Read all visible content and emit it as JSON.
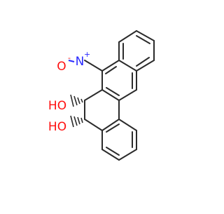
{
  "molecule": {
    "atom_labels": {
      "nitrogen": "N",
      "nitro_plus": "+",
      "oxygen": "O",
      "oxide_minus": "-",
      "hydroxyl_upper": "HO",
      "hydroxyl_lower": "HO"
    },
    "colors": {
      "bond": "#2b2b2b",
      "nitrogen": "#2b2bff",
      "oxygen": "#ff1010",
      "background": "#ffffff"
    }
  }
}
